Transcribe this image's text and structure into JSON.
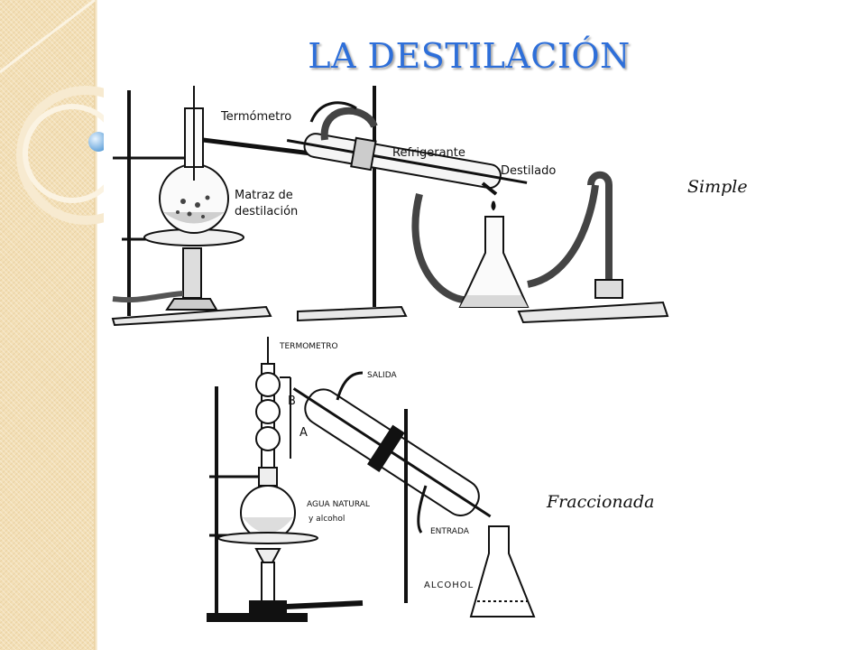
{
  "slide": {
    "title": "LA DESTILACIÓN",
    "captions": {
      "simple": "Simple",
      "fractional": "Fraccionada"
    }
  },
  "simple_diagram": {
    "labels": {
      "thermometer": "Termómetro",
      "condenser": "Refrigerante",
      "flask_line1": "Matraz de",
      "flask_line2": "destilación",
      "distillate": "Destilado"
    }
  },
  "fractional_diagram": {
    "labels": {
      "thermometer": "TERMOMETRO",
      "outlet": "SALIDA",
      "column_b": "B",
      "column_a": "A",
      "water_line1": "AGUA NATURAL",
      "water_line2": "y alcohol",
      "inlet": "ENTRADA",
      "product": "ALCOHOL"
    }
  },
  "colors": {
    "title": "#2e6fd9",
    "sidebar": "#f3dfb6",
    "ink": "#111111"
  }
}
